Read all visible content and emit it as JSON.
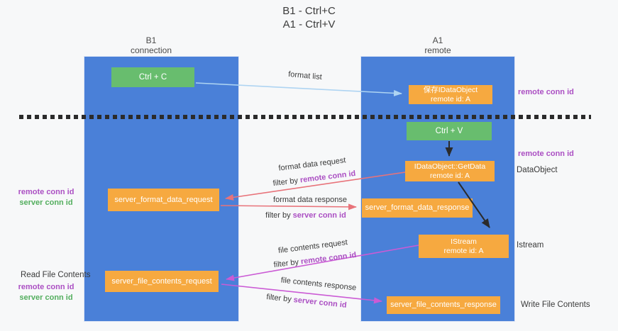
{
  "title": {
    "line1": "B1 - Ctrl+C",
    "line2": "A1 - Ctrl+V"
  },
  "lanes": {
    "b1": {
      "name": "B1",
      "role": "connection"
    },
    "a1": {
      "name": "A1",
      "role": "remote"
    }
  },
  "nodes": {
    "ctrl_c": {
      "label": "Ctrl + C"
    },
    "ctrl_v": {
      "label": "Ctrl + V"
    },
    "save_dataobject": {
      "line1": "保存IDataObject",
      "line2": "remote id: A"
    },
    "getdata": {
      "line1": "IDataObject::GetData",
      "line2": "remote id: A"
    },
    "istream": {
      "line1": "IStream",
      "line2": "remote id: A"
    },
    "server_format_data_request": {
      "label": "server_format_data_request"
    },
    "server_format_data_response": {
      "label": "server_format_data_response"
    },
    "server_file_contents_request": {
      "label": "server_file_contents_request"
    },
    "server_file_contents_response": {
      "label": "server_file_contents_response"
    }
  },
  "annotations": {
    "remote_conn_id_right_top": "remote conn id",
    "remote_conn_id_right_mid": "remote conn id",
    "dataobject": "DataObject",
    "istream": "Istream",
    "write_file_contents": "Write File Contents",
    "read_file_contents": "Read File Contents",
    "remote_conn_id_left_top": "remote conn id",
    "server_conn_id_left_top": "server conn id",
    "remote_conn_id_left_bottom": "remote conn id",
    "server_conn_id_left_bottom": "server conn id"
  },
  "edges": {
    "format_list": {
      "label": "format list"
    },
    "format_data_request": {
      "label": "format data request",
      "filter_prefix": "filter by",
      "filter_key": "remote conn id"
    },
    "format_data_response": {
      "label": "format data response",
      "filter_prefix": "filter by",
      "filter_key": "server conn id"
    },
    "file_contents_request": {
      "label": "file contents request",
      "filter_prefix": "filter by",
      "filter_key": "remote conn id"
    },
    "file_contents_response": {
      "label": "file contents response",
      "filter_prefix": "filter by",
      "filter_key": "server conn id"
    }
  },
  "colors": {
    "lane_blue": "#4a80d8",
    "green_box": "#68bd6e",
    "orange_box": "#f6a940",
    "purple_text": "#ab4fc3",
    "green_text": "#53ae5e",
    "arrow_blue": "#aed4f2",
    "arrow_red": "#e8737a",
    "arrow_magenta": "#cb5bd5",
    "arrow_black": "#2b2b2b",
    "background": "#f7f8f9"
  }
}
